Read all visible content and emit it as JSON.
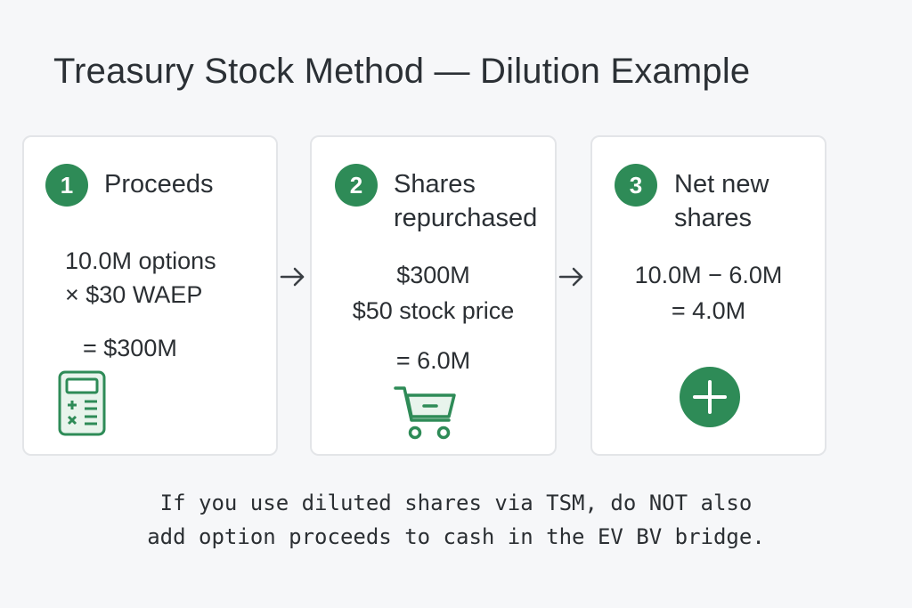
{
  "title": "Treasury Stock Method — Dilution Example",
  "accent_color": "#2e8b57",
  "steps": [
    {
      "number": "1",
      "title_lines": [
        "Proceeds"
      ],
      "lines": [
        "10.0M options",
        "× $30 WAEP",
        "= $300M"
      ],
      "icon": "calculator-icon"
    },
    {
      "number": "2",
      "title_lines": [
        "Shares",
        "repurchased"
      ],
      "lines": [
        "$300M",
        "$50 stock price",
        "= 6.0M"
      ],
      "icon": "shopping-cart-icon"
    },
    {
      "number": "3",
      "title_lines": [
        "Net new",
        "shares"
      ],
      "lines": [
        "10.0M − 6.0M",
        "= 4.0M"
      ],
      "icon": "plus-circle-icon"
    }
  ],
  "footnote": [
    "If you use diluted shares via TSM, do NOT also",
    "add option proceeds to cash in the EV BV bridge."
  ]
}
